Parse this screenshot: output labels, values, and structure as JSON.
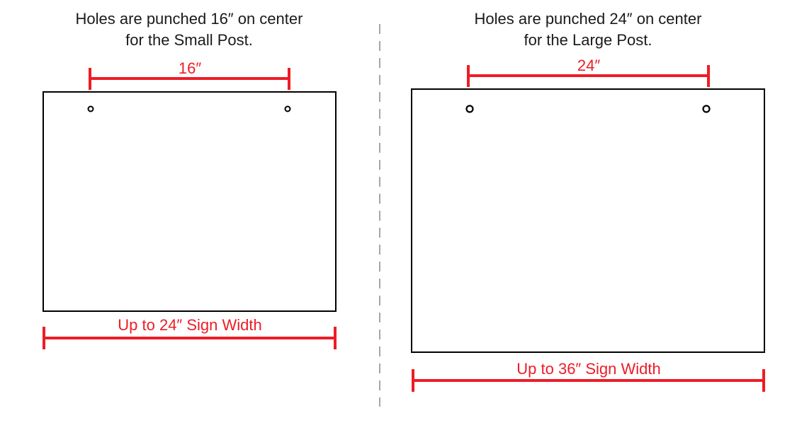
{
  "colors": {
    "dimension": "#ee1c25",
    "outline": "#000000",
    "divider": "#a6a6a6"
  },
  "small_post": {
    "caption_line1": "Holes are punched 16″ on center",
    "caption_line2": "for the Small Post.",
    "hole_spacing_label": "16″",
    "width_label": "Up to 24″ Sign Width"
  },
  "large_post": {
    "caption_line1": "Holes are punched 24″ on center",
    "caption_line2": "for the Large Post.",
    "hole_spacing_label": "24″",
    "width_label": "Up to 36″ Sign Width"
  }
}
